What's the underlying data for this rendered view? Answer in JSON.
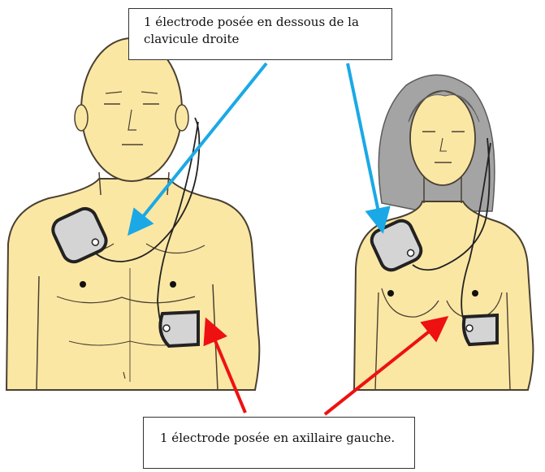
{
  "callouts": {
    "top": "1 électrode posée en dessous de la clavicule droite",
    "bottom": "1 électrode posée en axillaire gauche."
  },
  "colors": {
    "skin": "#fbe7a4",
    "outline": "#4a4032",
    "hair": "#a4a4a4",
    "pad": "#d4d4d4",
    "blue_arrow": "#1aa9e6",
    "red_arrow": "#ee1111"
  },
  "figures": [
    "man-figure",
    "woman-figure"
  ],
  "icons": [
    "electrode-pad-icon",
    "arrow-icon"
  ]
}
